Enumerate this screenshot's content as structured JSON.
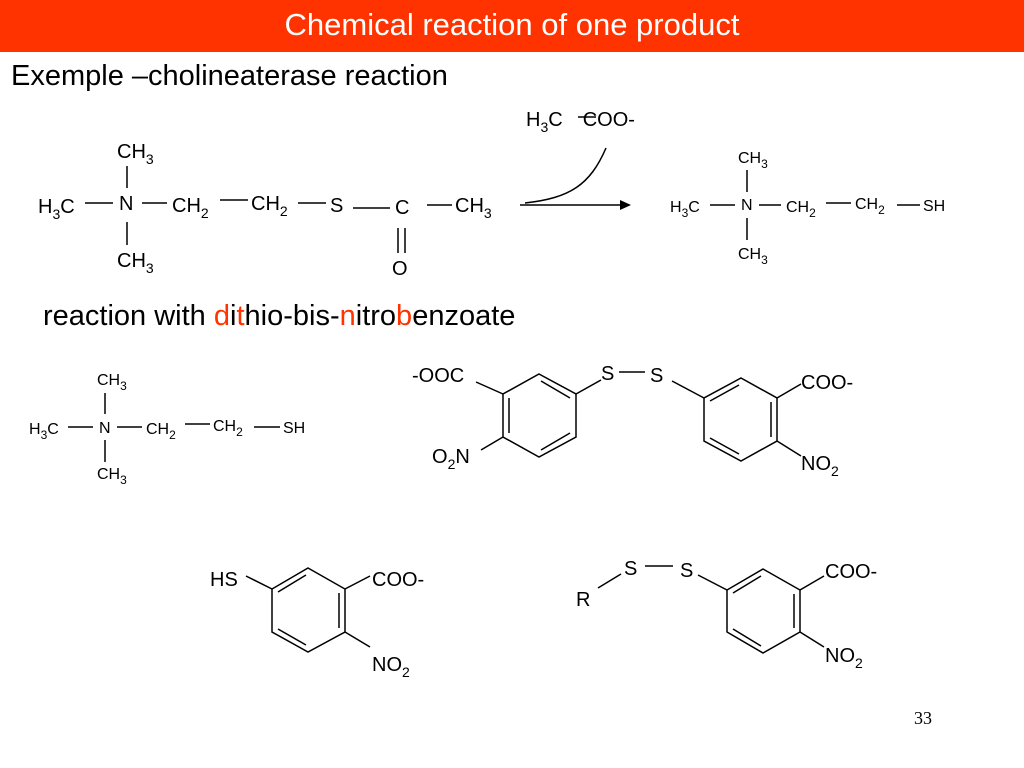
{
  "slide": {
    "title": "Chemical reaction of one product",
    "subtitle": "Exemple –cholineaterase reaction",
    "section2": {
      "parts": [
        {
          "text": "reaction with ",
          "color": "#000000"
        },
        {
          "text": "d",
          "color": "#ff3300"
        },
        {
          "text": "i",
          "color": "#000000"
        },
        {
          "text": "t",
          "color": "#ff3300"
        },
        {
          "text": "hio-bis-",
          "color": "#000000"
        },
        {
          "text": "n",
          "color": "#ff3300"
        },
        {
          "text": "itro",
          "color": "#000000"
        },
        {
          "text": "b",
          "color": "#ff3300"
        },
        {
          "text": "enzoate",
          "color": "#000000"
        }
      ]
    },
    "page_number": "33",
    "colors": {
      "accent": "#ff3300",
      "title_text": "#ffffff"
    }
  },
  "chem": {
    "acetylcholine": {
      "ch3_top": "CH",
      "ch3_top_sub": "3",
      "h3c": "H",
      "h3c_sub": "3",
      "h3c_c": "C",
      "n": "N",
      "ch2_a": "CH",
      "ch2_a_sub": "2",
      "ch2_b": "CH",
      "ch2_b_sub": "2",
      "s": "S",
      "c": "C",
      "ch3_right": "CH",
      "ch3_right_sub": "3",
      "o": "O",
      "ch3_bottom": "CH",
      "ch3_bottom_sub": "3"
    },
    "acetate": {
      "h": "H",
      "sub": "3",
      "c": "C",
      "coo": "COO-"
    },
    "thiocholine_top": {
      "ch3_top": "CH",
      "ch3_top_sub": "3",
      "h": "H",
      "h_sub": "3",
      "h_c": "C",
      "n": "N",
      "ch2_a": "CH",
      "ch2_a_sub": "2",
      "ch2_b": "CH",
      "ch2_b_sub": "2",
      "sh": "SH",
      "ch3_bottom": "CH",
      "ch3_bottom_sub": "3"
    },
    "thiocholine_left": {
      "ch3_top": "CH",
      "ch3_top_sub": "3",
      "h": "H",
      "h_sub": "3",
      "h_c": "C",
      "n": "N",
      "ch2_a": "CH",
      "ch2_a_sub": "2",
      "ch2_b": "CH",
      "ch2_b_sub": "2",
      "sh": "SH",
      "ch3_bottom": "CH",
      "ch3_bottom_sub": "3"
    },
    "dtnb": {
      "ooc": "-OOC",
      "o2n_o": "O",
      "o2n_sub": "2",
      "o2n_n": "N",
      "s1": "S",
      "s2": "S",
      "coo": "COO-",
      "no2": "NO",
      "no2_sub": "2"
    },
    "tnb": {
      "hs": "HS",
      "coo": "COO-",
      "no2": "NO",
      "no2_sub": "2"
    },
    "mixed": {
      "r": "R",
      "s1": "S",
      "s2": "S",
      "coo": "COO-",
      "no2": "NO",
      "no2_sub": "2"
    }
  }
}
